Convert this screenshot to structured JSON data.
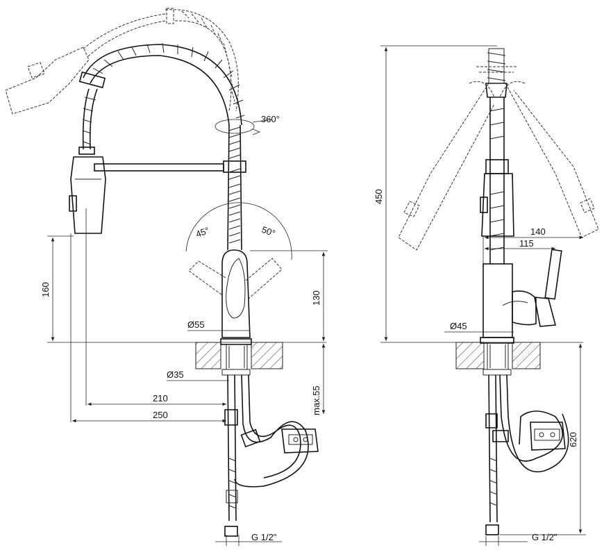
{
  "front_view": {
    "dims": {
      "rotation": "360°",
      "angle_left": "45°",
      "angle_right": "50°",
      "height_spout": "160",
      "height_body": "130",
      "dia_base": "Ø55",
      "dia_shank": "Ø35",
      "reach_210": "210",
      "reach_250": "250",
      "max_thickness": "max.55",
      "thread": "G 1/2\""
    }
  },
  "side_view": {
    "dims": {
      "total_height": "450",
      "depth_140": "140",
      "depth_115": "115",
      "dia_base": "Ø45",
      "hose_length": "620",
      "thread": "G 1/2\""
    }
  }
}
